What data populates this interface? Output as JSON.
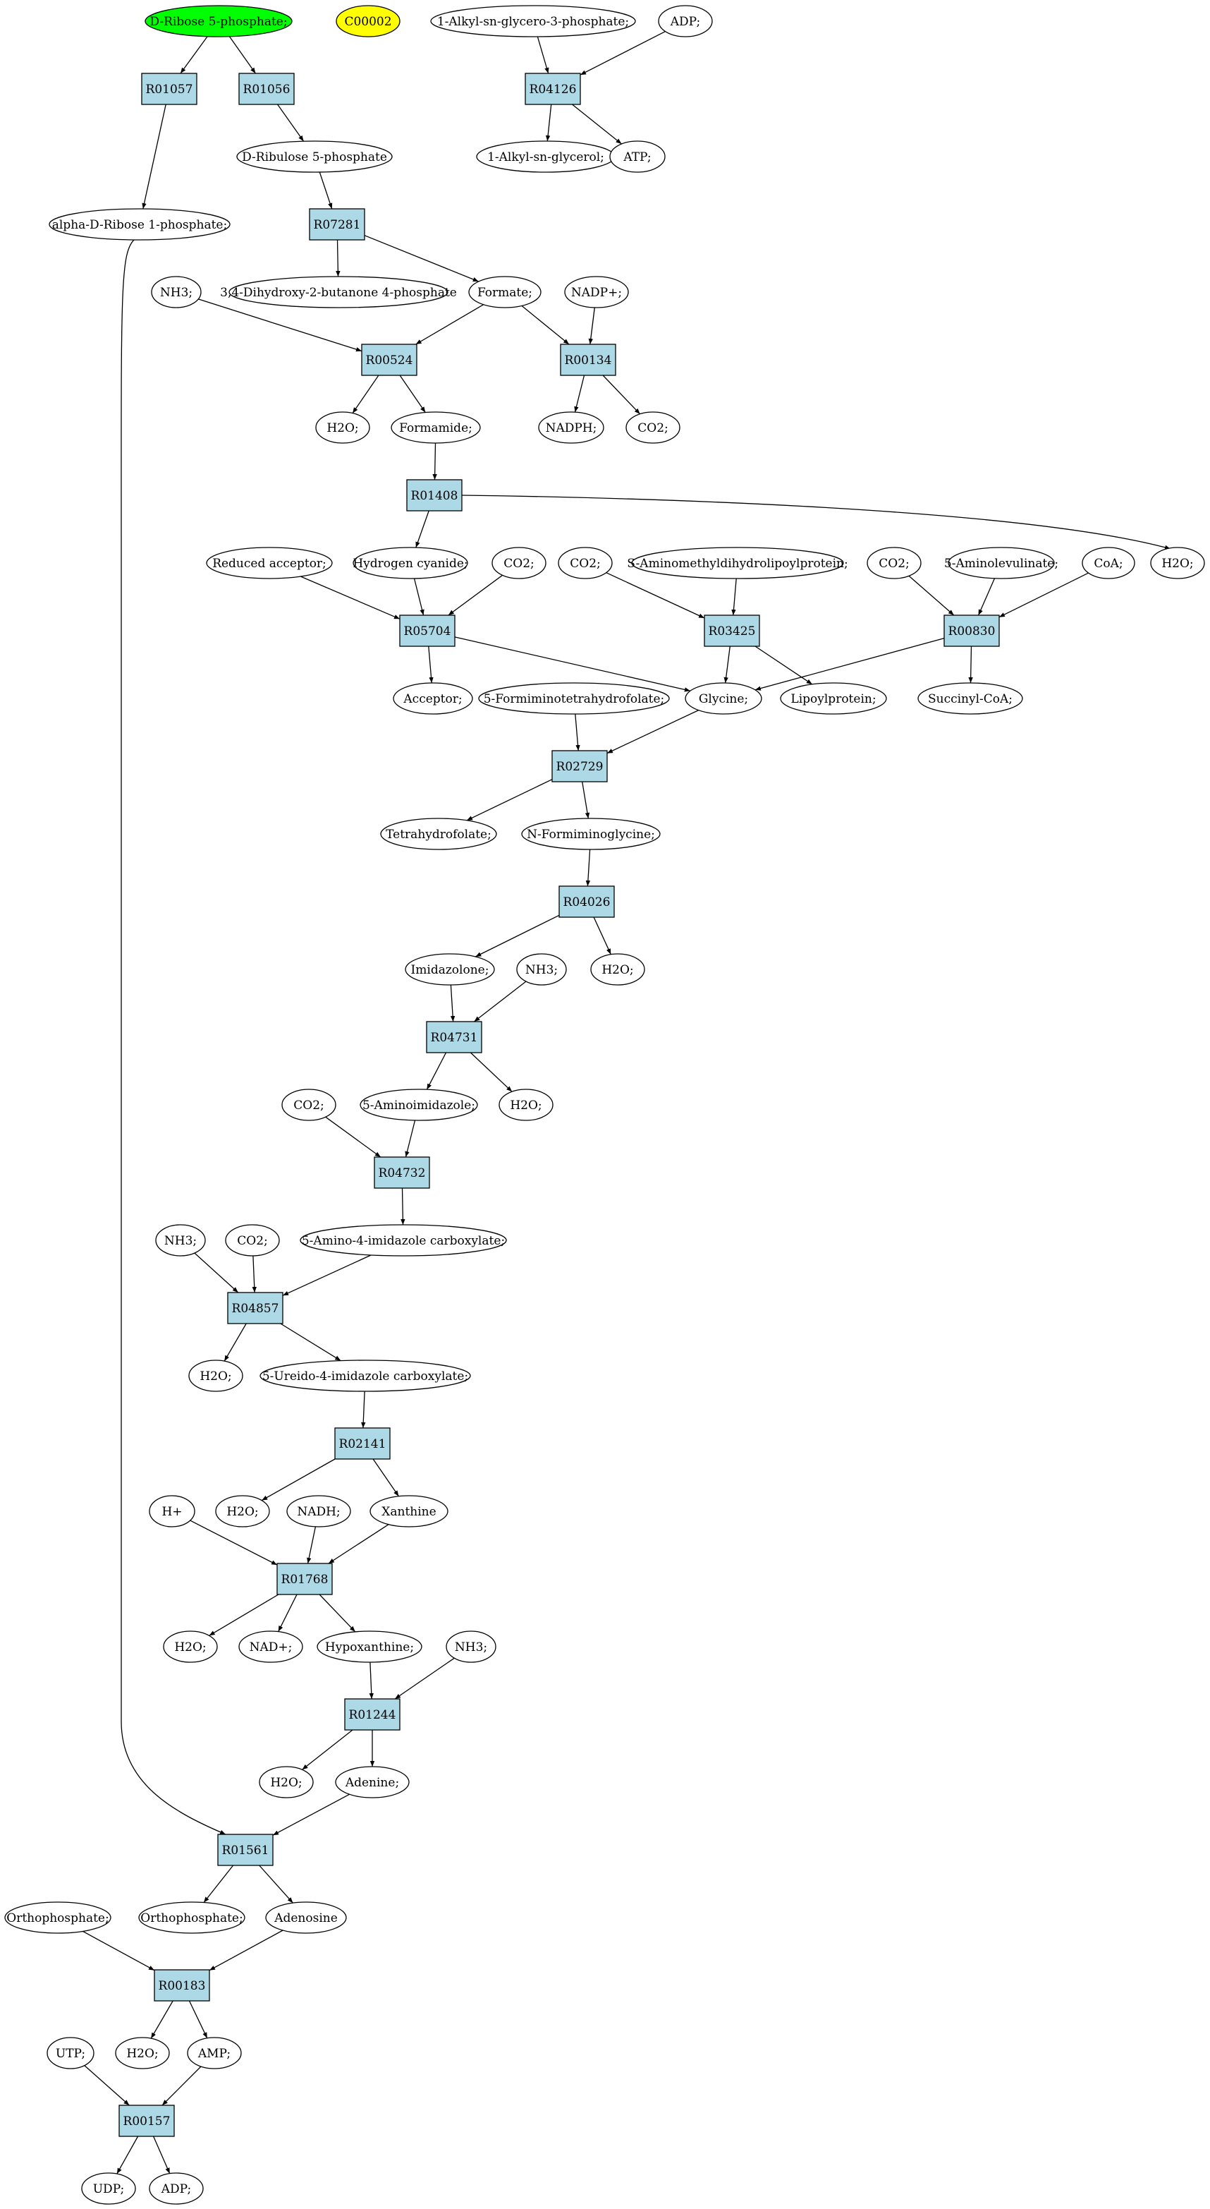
{
  "colors": {
    "reaction_fill": "#add8e6",
    "compound_fill": "#ffffff",
    "highlight_green": "#00ff00",
    "highlight_yellow": "#ffff00",
    "edge": "#000000"
  },
  "compounds": [
    {
      "id": "c_d_ribose5p",
      "label": "D-Ribose 5-phosphate;",
      "fill": "#00ff00"
    },
    {
      "id": "c_c00002",
      "label": "C00002",
      "fill": "#ffff00"
    },
    {
      "id": "c_alkyl_g3p",
      "label": "1-Alkyl-sn-glycero-3-phosphate;"
    },
    {
      "id": "c_adp_top",
      "label": "ADP;"
    },
    {
      "id": "c_alkyl_glycerol",
      "label": "1-Alkyl-sn-glycerol;"
    },
    {
      "id": "c_atp",
      "label": "ATP;"
    },
    {
      "id": "c_d_ribulose5p",
      "label": "D-Ribulose 5-phosphate"
    },
    {
      "id": "c_alpha_ribose1p",
      "label": "alpha-D-Ribose 1-phosphate;"
    },
    {
      "id": "c_dihydroxybutanone",
      "label": "3,4-Dihydroxy-2-butanone 4-phosphate"
    },
    {
      "id": "c_formate",
      "label": "Formate;"
    },
    {
      "id": "c_nh3_1",
      "label": "NH3;"
    },
    {
      "id": "c_nadp",
      "label": "NADP+;"
    },
    {
      "id": "c_h2o_1",
      "label": "H2O;"
    },
    {
      "id": "c_formamide",
      "label": "Formamide;"
    },
    {
      "id": "c_nadph",
      "label": "NADPH;"
    },
    {
      "id": "c_co2_1",
      "label": "CO2;"
    },
    {
      "id": "c_h2o_2",
      "label": "H2O;"
    },
    {
      "id": "c_reduced_acceptor",
      "label": "Reduced acceptor;"
    },
    {
      "id": "c_hcn",
      "label": "Hydrogen cyanide;"
    },
    {
      "id": "c_co2_2",
      "label": "CO2;"
    },
    {
      "id": "c_co2_3",
      "label": "CO2;"
    },
    {
      "id": "c_s_amdhlp",
      "label": "S-Aminomethyldihydrolipoylprotein;"
    },
    {
      "id": "c_co2_4",
      "label": "CO2;"
    },
    {
      "id": "c_5_aminolev",
      "label": "5-Aminolevulinate;"
    },
    {
      "id": "c_coa",
      "label": "CoA;"
    },
    {
      "id": "c_acceptor",
      "label": "Acceptor;"
    },
    {
      "id": "c_5_fthf",
      "label": "5-Formiminotetrahydrofolate;"
    },
    {
      "id": "c_glycine",
      "label": "Glycine;"
    },
    {
      "id": "c_lipoylprotein",
      "label": "Lipoylprotein;"
    },
    {
      "id": "c_succinyl_coa",
      "label": "Succinyl-CoA;"
    },
    {
      "id": "c_thf",
      "label": "Tetrahydrofolate;"
    },
    {
      "id": "c_n_formiminoglycine",
      "label": "N-Formiminoglycine;"
    },
    {
      "id": "c_imidazolone",
      "label": "Imidazolone;"
    },
    {
      "id": "c_nh3_2",
      "label": "NH3;"
    },
    {
      "id": "c_h2o_3",
      "label": "H2O;"
    },
    {
      "id": "c_5_aminoimidazole",
      "label": "5-Aminoimidazole;"
    },
    {
      "id": "c_h2o_4",
      "label": "H2O;"
    },
    {
      "id": "c_co2_5",
      "label": "CO2;"
    },
    {
      "id": "c_5_amino_4_imc",
      "label": "5-Amino-4-imidazole carboxylate;"
    },
    {
      "id": "c_nh3_3",
      "label": "NH3;"
    },
    {
      "id": "c_co2_6",
      "label": "CO2;"
    },
    {
      "id": "c_h2o_5",
      "label": "H2O;"
    },
    {
      "id": "c_5_ureido_4_imc",
      "label": "5-Ureido-4-imidazole carboxylate;"
    },
    {
      "id": "c_hplus",
      "label": "H+"
    },
    {
      "id": "c_h2o_6",
      "label": "H2O;"
    },
    {
      "id": "c_nadh",
      "label": "NADH;"
    },
    {
      "id": "c_xanthine",
      "label": "Xanthine"
    },
    {
      "id": "c_h2o_7",
      "label": "H2O;"
    },
    {
      "id": "c_nad",
      "label": "NAD+;"
    },
    {
      "id": "c_hypoxanthine",
      "label": "Hypoxanthine;"
    },
    {
      "id": "c_nh3_4",
      "label": "NH3;"
    },
    {
      "id": "c_h2o_8",
      "label": "H2O;"
    },
    {
      "id": "c_adenine",
      "label": "Adenine;"
    },
    {
      "id": "c_orthophosphate_l",
      "label": "Orthophosphate;"
    },
    {
      "id": "c_orthophosphate_r",
      "label": "Orthophosphate;"
    },
    {
      "id": "c_adenosine",
      "label": "Adenosine"
    },
    {
      "id": "c_utp",
      "label": "UTP;"
    },
    {
      "id": "c_h2o_9",
      "label": "H2O;"
    },
    {
      "id": "c_amp",
      "label": "AMP;"
    },
    {
      "id": "c_udp",
      "label": "UDP;"
    },
    {
      "id": "c_adp_bottom",
      "label": "ADP;"
    }
  ],
  "reactions": [
    {
      "id": "r01057",
      "label": "R01057"
    },
    {
      "id": "r01056",
      "label": "R01056"
    },
    {
      "id": "r04126",
      "label": "R04126"
    },
    {
      "id": "r07281",
      "label": "R07281"
    },
    {
      "id": "r00524",
      "label": "R00524"
    },
    {
      "id": "r00134",
      "label": "R00134"
    },
    {
      "id": "r01408",
      "label": "R01408"
    },
    {
      "id": "r05704",
      "label": "R05704"
    },
    {
      "id": "r03425",
      "label": "R03425"
    },
    {
      "id": "r00830",
      "label": "R00830"
    },
    {
      "id": "r02729",
      "label": "R02729"
    },
    {
      "id": "r04026",
      "label": "R04026"
    },
    {
      "id": "r04731",
      "label": "R04731"
    },
    {
      "id": "r04732",
      "label": "R04732"
    },
    {
      "id": "r04857",
      "label": "R04857"
    },
    {
      "id": "r02141",
      "label": "R02141"
    },
    {
      "id": "r01768",
      "label": "R01768"
    },
    {
      "id": "r01244",
      "label": "R01244"
    },
    {
      "id": "r01561",
      "label": "R01561"
    },
    {
      "id": "r00183",
      "label": "R00183"
    },
    {
      "id": "r00157",
      "label": "R00157"
    }
  ],
  "edges": [
    [
      "c_d_ribose5p",
      "r01057"
    ],
    [
      "c_d_ribose5p",
      "r01056"
    ],
    [
      "r01057",
      "c_alpha_ribose1p"
    ],
    [
      "r01056",
      "c_d_ribulose5p"
    ],
    [
      "c_alkyl_g3p",
      "r04126"
    ],
    [
      "c_adp_top",
      "r04126"
    ],
    [
      "r04126",
      "c_alkyl_glycerol"
    ],
    [
      "r04126",
      "c_atp"
    ],
    [
      "c_d_ribulose5p",
      "r07281"
    ],
    [
      "r07281",
      "c_dihydroxybutanone"
    ],
    [
      "r07281",
      "c_formate"
    ],
    [
      "c_nh3_1",
      "r00524"
    ],
    [
      "c_formate",
      "r00524"
    ],
    [
      "c_formate",
      "r00134"
    ],
    [
      "c_nadp",
      "r00134"
    ],
    [
      "r00524",
      "c_h2o_1"
    ],
    [
      "r00524",
      "c_formamide"
    ],
    [
      "r00134",
      "c_nadph"
    ],
    [
      "r00134",
      "c_co2_1"
    ],
    [
      "c_formamide",
      "r01408"
    ],
    [
      "r01408",
      "c_hcn"
    ],
    [
      "r01408",
      "c_h2o_2"
    ],
    [
      "c_reduced_acceptor",
      "r05704"
    ],
    [
      "c_hcn",
      "r05704"
    ],
    [
      "c_co2_2",
      "r05704"
    ],
    [
      "r05704",
      "c_acceptor"
    ],
    [
      "r05704",
      "c_glycine"
    ],
    [
      "c_co2_3",
      "r03425"
    ],
    [
      "c_s_amdhlp",
      "r03425"
    ],
    [
      "r03425",
      "c_glycine"
    ],
    [
      "r03425",
      "c_lipoylprotein"
    ],
    [
      "c_co2_4",
      "r00830"
    ],
    [
      "c_5_aminolev",
      "r00830"
    ],
    [
      "c_coa",
      "r00830"
    ],
    [
      "r00830",
      "c_glycine"
    ],
    [
      "r00830",
      "c_succinyl_coa"
    ],
    [
      "c_5_fthf",
      "r02729"
    ],
    [
      "c_glycine",
      "r02729"
    ],
    [
      "r02729",
      "c_thf"
    ],
    [
      "r02729",
      "c_n_formiminoglycine"
    ],
    [
      "c_n_formiminoglycine",
      "r04026"
    ],
    [
      "r04026",
      "c_imidazolone"
    ],
    [
      "r04026",
      "c_h2o_3"
    ],
    [
      "c_imidazolone",
      "r04731"
    ],
    [
      "c_nh3_2",
      "r04731"
    ],
    [
      "r04731",
      "c_5_aminoimidazole"
    ],
    [
      "r04731",
      "c_h2o_4"
    ],
    [
      "c_co2_5",
      "r04732"
    ],
    [
      "c_5_aminoimidazole",
      "r04732"
    ],
    [
      "r04732",
      "c_5_amino_4_imc"
    ],
    [
      "c_nh3_3",
      "r04857"
    ],
    [
      "c_co2_6",
      "r04857"
    ],
    [
      "c_5_amino_4_imc",
      "r04857"
    ],
    [
      "r04857",
      "c_h2o_5"
    ],
    [
      "r04857",
      "c_5_ureido_4_imc"
    ],
    [
      "c_5_ureido_4_imc",
      "r02141"
    ],
    [
      "r02141",
      "c_h2o_6"
    ],
    [
      "r02141",
      "c_xanthine"
    ],
    [
      "c_hplus",
      "r01768"
    ],
    [
      "c_nadh",
      "r01768"
    ],
    [
      "c_xanthine",
      "r01768"
    ],
    [
      "r01768",
      "c_h2o_7"
    ],
    [
      "r01768",
      "c_nad"
    ],
    [
      "r01768",
      "c_hypoxanthine"
    ],
    [
      "c_hypoxanthine",
      "r01244"
    ],
    [
      "c_nh3_4",
      "r01244"
    ],
    [
      "r01244",
      "c_h2o_8"
    ],
    [
      "r01244",
      "c_adenine"
    ],
    [
      "c_alpha_ribose1p",
      "r01561"
    ],
    [
      "c_adenine",
      "r01561"
    ],
    [
      "r01561",
      "c_orthophosphate_r"
    ],
    [
      "r01561",
      "c_adenosine"
    ],
    [
      "c_orthophosphate_l",
      "r00183"
    ],
    [
      "c_adenosine",
      "r00183"
    ],
    [
      "r00183",
      "c_h2o_9"
    ],
    [
      "r00183",
      "c_amp"
    ],
    [
      "c_utp",
      "r00157"
    ],
    [
      "c_amp",
      "r00157"
    ],
    [
      "r00157",
      "c_udp"
    ],
    [
      "r00157",
      "c_adp_bottom"
    ]
  ]
}
